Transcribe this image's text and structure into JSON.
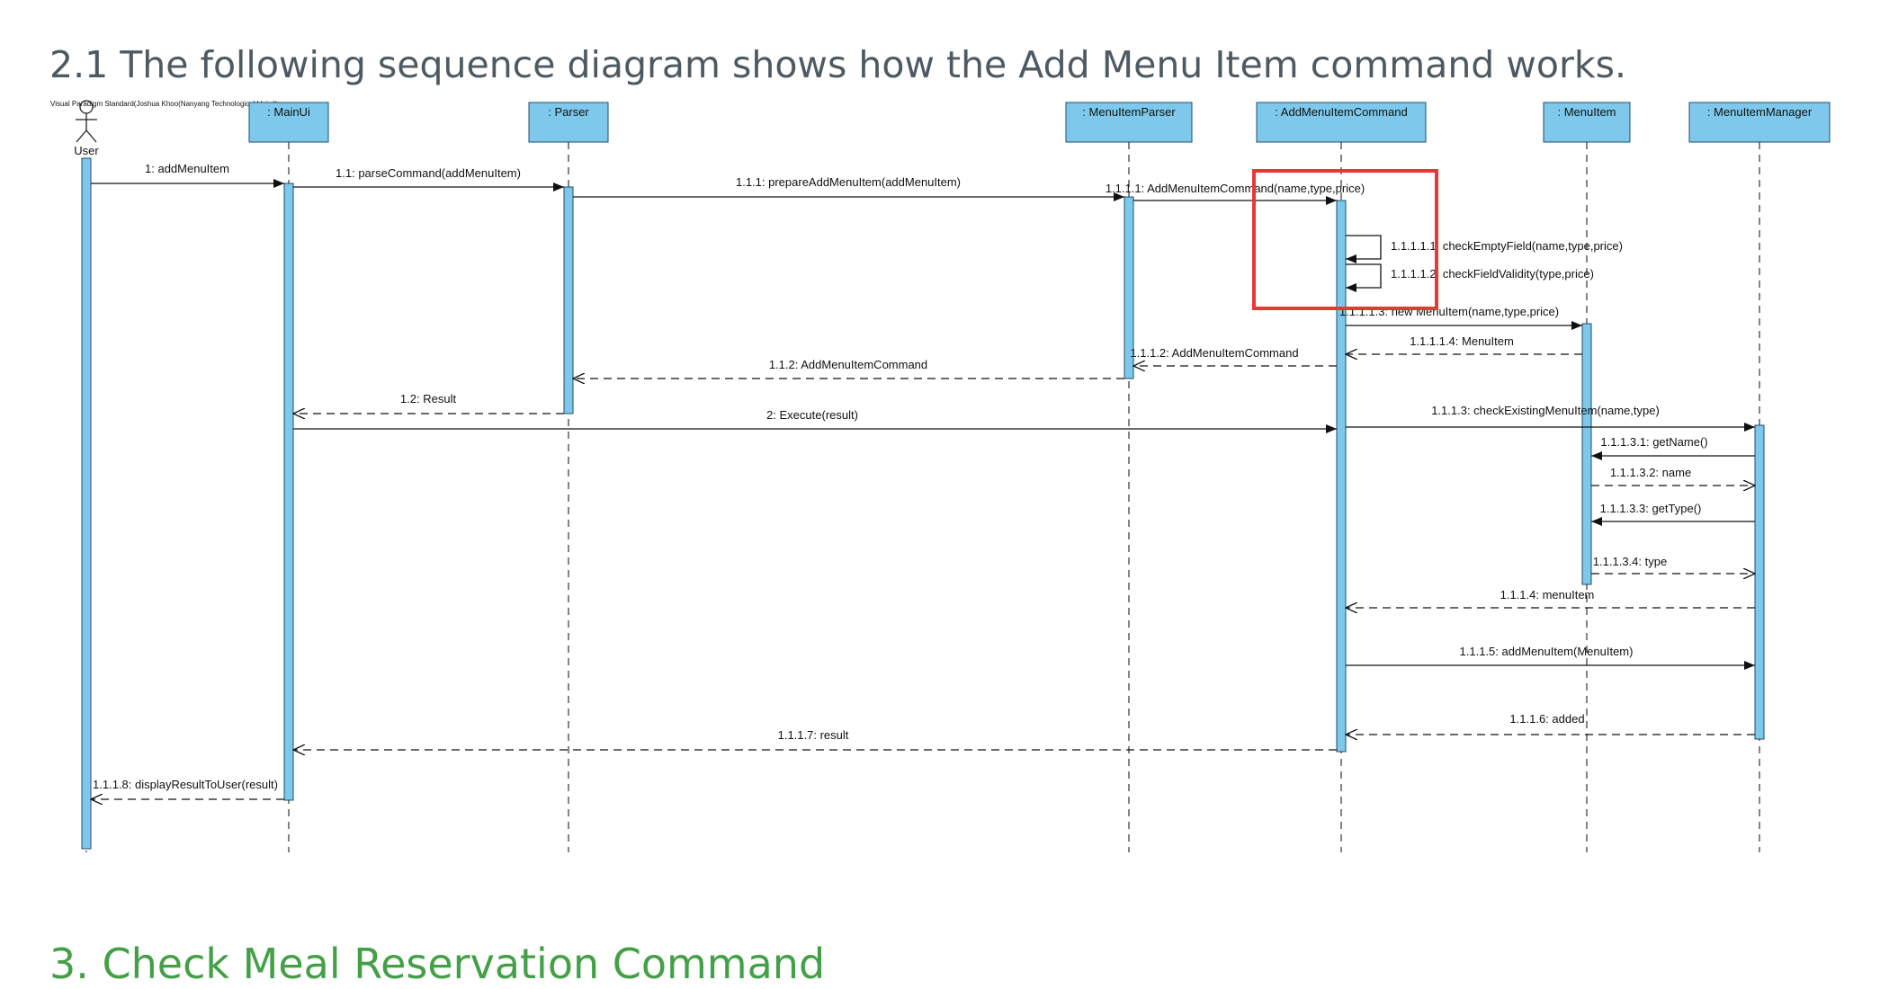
{
  "heading": "2.1 The following sequence diagram shows how the Add Menu Item command works.",
  "next_section_heading": "3. Check Meal Reservation Command",
  "watermark": "Visual Paradigm Standard(Joshua Khoo(Nanyang Technological Univ.))",
  "actor": {
    "label": "User"
  },
  "lifelines": [
    {
      "id": "mainui",
      "label": ": MainUi"
    },
    {
      "id": "parser",
      "label": ": Parser"
    },
    {
      "id": "menuitemparser",
      "label": ": MenuItemParser"
    },
    {
      "id": "addmenuitemcommand",
      "label": ": AddMenuItemCommand"
    },
    {
      "id": "menuitem",
      "label": ": MenuItem"
    },
    {
      "id": "menuitemmanager",
      "label": ": MenuItemManager"
    }
  ],
  "messages": [
    {
      "label": "1: addMenuItem",
      "kind": "sync"
    },
    {
      "label": "1.1: parseCommand(addMenuItem)",
      "kind": "sync"
    },
    {
      "label": "1.1.1: prepareAddMenuItem(addMenuItem)",
      "kind": "sync"
    },
    {
      "label": "1.1.1.1: AddMenuItemCommand(name,type,price)",
      "kind": "sync"
    },
    {
      "label": "1.1.1.1.1: checkEmptyField(name,type,price)",
      "kind": "self"
    },
    {
      "label": "1.1.1.1.2: checkFieldValidity(type,price)",
      "kind": "self"
    },
    {
      "label": "1.1.1.1.3: new MenuItem(name,type,price)",
      "kind": "sync"
    },
    {
      "label": "1.1.1.1.4: MenuItem",
      "kind": "return"
    },
    {
      "label": "1.1.1.2: AddMenuItemCommand",
      "kind": "return"
    },
    {
      "label": "1.1.2: AddMenuItemCommand",
      "kind": "return"
    },
    {
      "label": "1.2: Result",
      "kind": "return"
    },
    {
      "label": "2: Execute(result)",
      "kind": "sync"
    },
    {
      "label": "1.1.1.3: checkExistingMenuItem(name,type)",
      "kind": "sync"
    },
    {
      "label": "1.1.1.3.1: getName()",
      "kind": "sync"
    },
    {
      "label": "1.1.1.3.2: name",
      "kind": "return"
    },
    {
      "label": "1.1.1.3.3: getType()",
      "kind": "sync"
    },
    {
      "label": "1.1.1.3.4: type",
      "kind": "return"
    },
    {
      "label": "1.1.1.4: menuItem",
      "kind": "return"
    },
    {
      "label": "1.1.1.5: addMenuItem(MenuItem)",
      "kind": "sync"
    },
    {
      "label": "1.1.1.6: added",
      "kind": "return"
    },
    {
      "label": "1.1.1.7: result",
      "kind": "return"
    },
    {
      "label": "1.1.1.8: displayResultToUser(result)",
      "kind": "return"
    }
  ],
  "colors": {
    "lifeline_fill": "#7ec8eb",
    "highlight": "#e53935",
    "heading": "#4e5a62",
    "section_heading": "#43a047"
  }
}
